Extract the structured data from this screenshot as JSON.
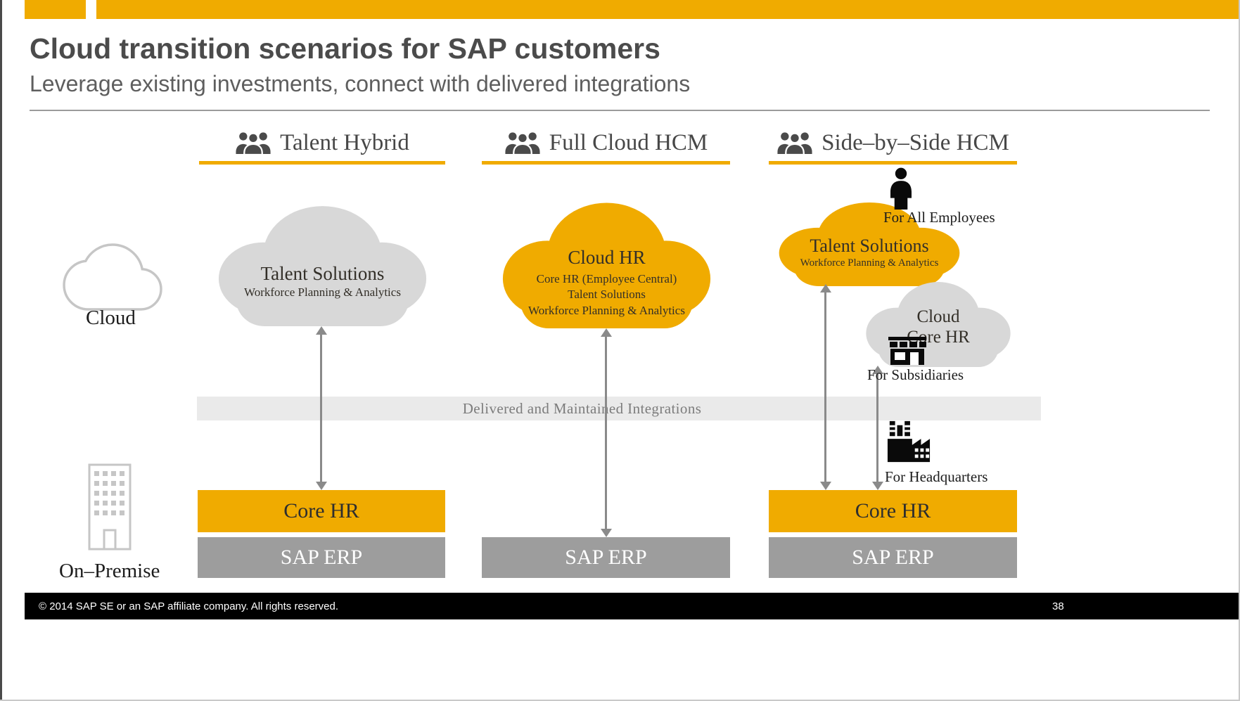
{
  "slide": {
    "title": "Cloud transition scenarios for SAP customers",
    "subtitle": "Leverage existing investments, connect with delivered integrations"
  },
  "axis": {
    "cloud_label": "Cloud",
    "on_premise_label": "On–Premise"
  },
  "integration_band": {
    "label": "Delivered and Maintained Integrations"
  },
  "columns": [
    {
      "title": "Talent Hybrid",
      "cloud": {
        "title": "Talent Solutions",
        "subtitle": "Workforce Planning & Analytics"
      },
      "core_hr": "Core HR",
      "erp": "SAP ERP"
    },
    {
      "title": "Full Cloud HCM",
      "cloud": {
        "title": "Cloud HR",
        "lines": [
          "Core HR (Employee Central)",
          "Talent Solutions",
          "Workforce Planning & Analytics"
        ]
      },
      "erp": "SAP ERP"
    },
    {
      "title": "Side–by–Side HCM",
      "talent_cloud": {
        "title": "Talent Solutions",
        "subtitle": "Workforce Planning & Analytics",
        "tag": "For All Employees"
      },
      "core_cloud": {
        "line1": "Cloud",
        "line2": "Core HR",
        "tag": "For Subsidiaries"
      },
      "headquarters_tag": "For Headquarters",
      "core_hr": "Core HR",
      "erp": "SAP ERP"
    }
  ],
  "footer": {
    "copyright": "©  2014 SAP SE or an SAP affiliate company. All rights reserved.",
    "page_number": "38"
  },
  "icons": {
    "column_header": "users-icon",
    "cloud_axis": "cloud-outline-icon",
    "on_premise_axis": "building-outline-icon",
    "all_employees": "person-icon",
    "subsidiaries": "store-icon",
    "headquarters": "factory-icon"
  },
  "colors": {
    "accent": "#F0AB00",
    "cloud_gray": "#D8D8D8",
    "erp_gray": "#9D9D9D",
    "band_gray": "#EAEAEA",
    "title_gray": "#4B4B4B",
    "footer_black": "#000000",
    "arrow_gray": "#8A8A8A"
  }
}
